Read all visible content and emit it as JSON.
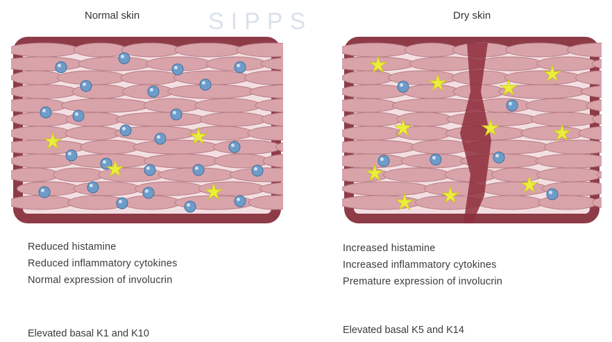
{
  "panels": [
    {
      "title": "Normal skin",
      "lines": [
        "Reduced histamine",
        "Reduced inflammatory cytokines",
        "Normal expression of involucrin"
      ],
      "keratin": "Elevated basal K1 and K10"
    },
    {
      "title": "Dry skin",
      "lines": [
        "Increased histamine",
        "Increased inflammatory cytokines",
        "Premature expression of involucrin"
      ],
      "keratin": "Elevated basal K5 and K14"
    }
  ],
  "watermark": {
    "text": "SIPPS"
  },
  "colors": {
    "tissue_border": "#8e3b48",
    "cell_fill": "#d9a3aa",
    "nucleus": "#6e9cc8",
    "mediator": "#ecef3a",
    "crack": "#8e2f3c"
  }
}
